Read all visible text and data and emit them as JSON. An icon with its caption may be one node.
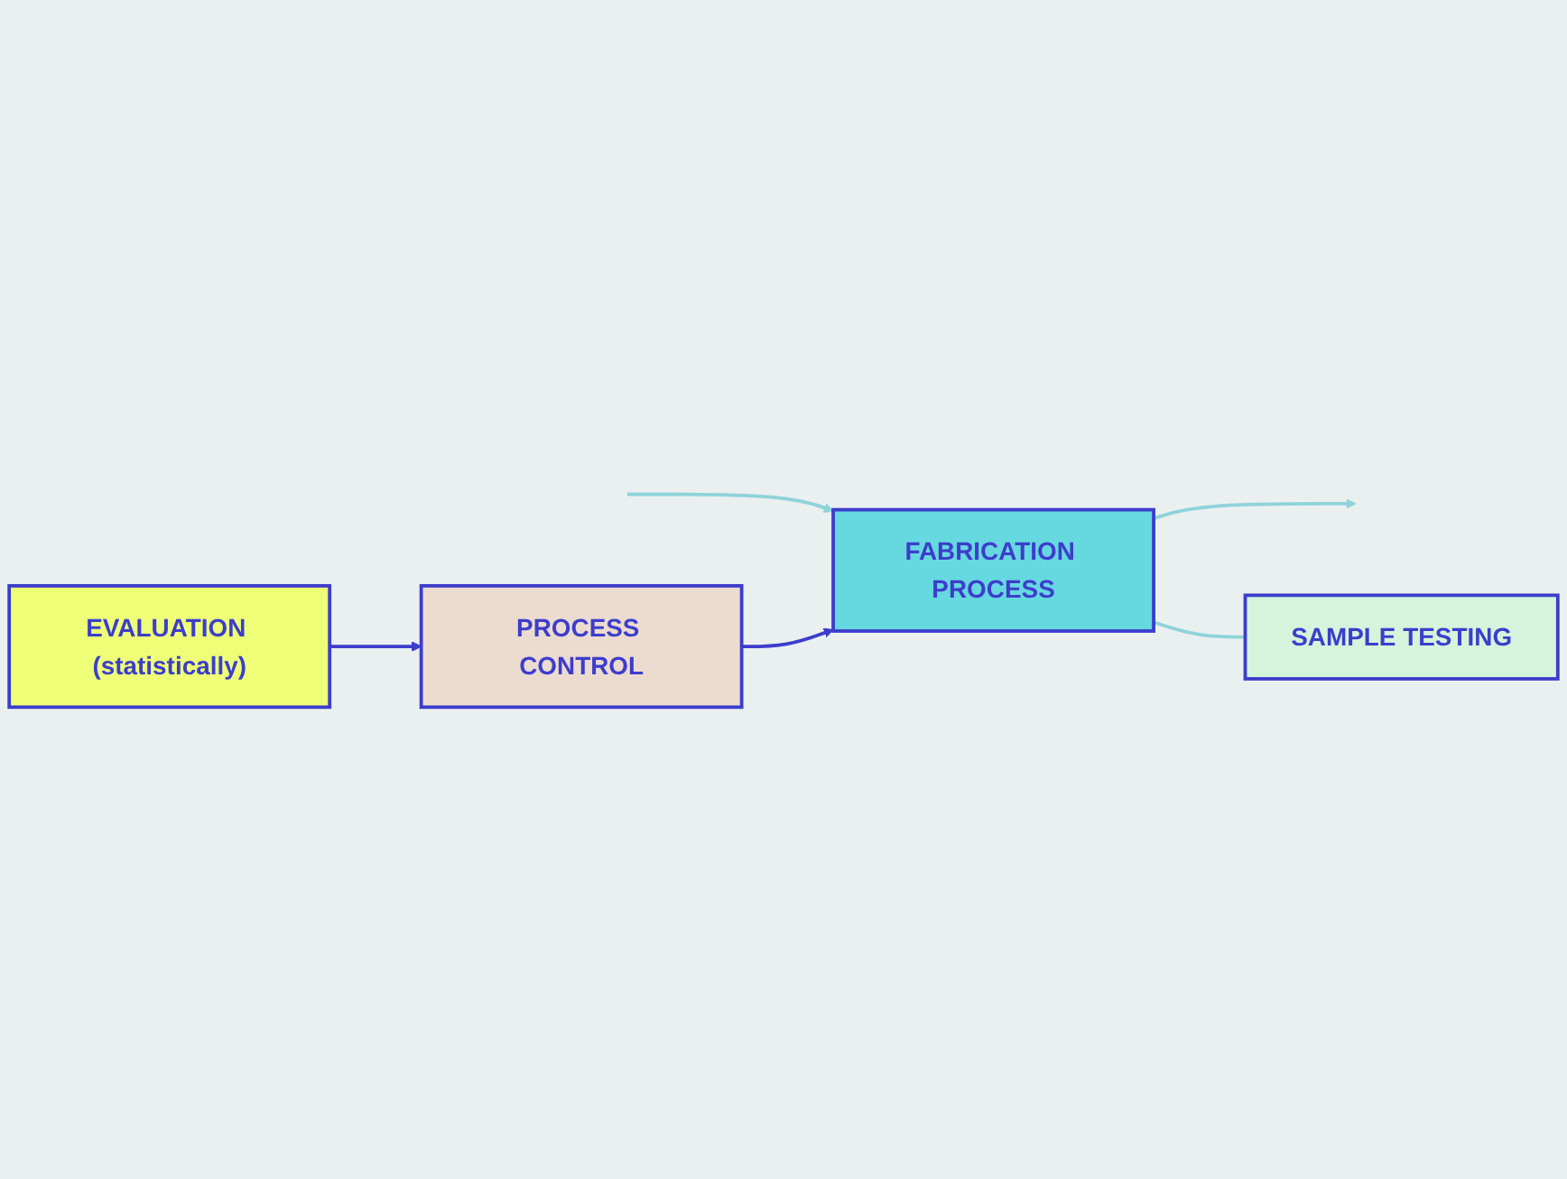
{
  "diagram": {
    "nodes": [
      {
        "text": [
          "FABRICATION PROCESS"
        ]
      },
      {
        "text": [
          "SAMPLE TESTING"
        ]
      },
      {
        "text": [
          "EVALUATION (statistically)"
        ]
      },
      {
        "text": [
          "PROCESS CONTROL"
        ]
      }
    ],
    "edges": [
      {
        "from": null,
        "to": 0,
        "arrow": "to"
      },
      {
        "from": 0,
        "to": null,
        "arrow": "to"
      },
      {
        "from": 0,
        "to": 1,
        "arrow": "none"
      },
      {
        "from": 3,
        "to": 0,
        "arrow": "to",
        "color": "#3d3dcc"
      },
      {
        "from": 2,
        "to": 3,
        "arrow": "to",
        "color": "#3d3dcc"
      }
    ]
  }
}
